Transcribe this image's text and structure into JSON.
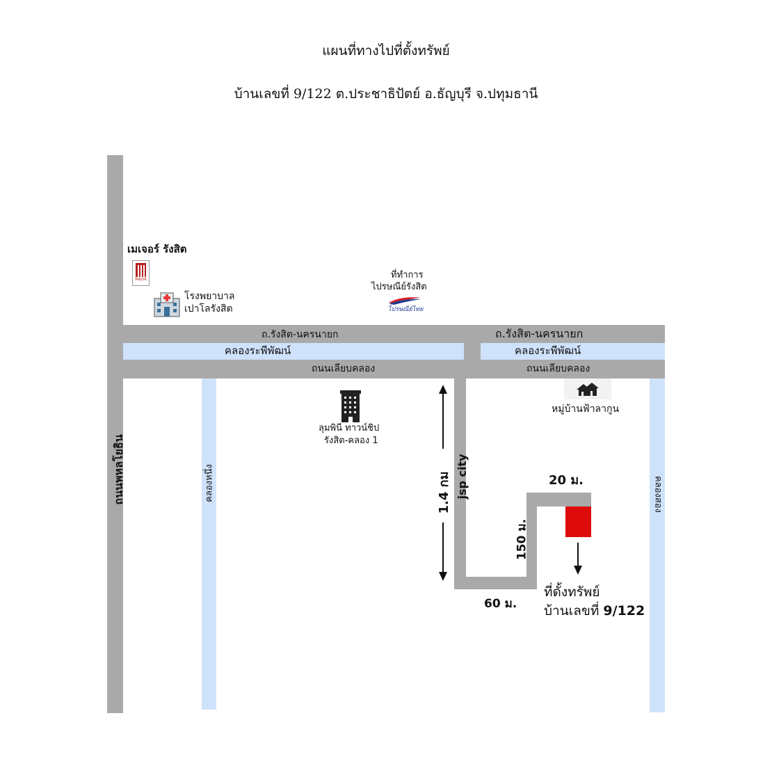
{
  "header": {
    "title": "แผนที่ทางไปที่ตั้งทรัพย์",
    "subtitle": "บ้านเลขที่ 9/122 ต.ประชาธิปัตย์ อ.ธัญบุรี จ.ปทุมธานี"
  },
  "roads": {
    "west_main": "ถนนพหลโยธิน",
    "rangsit_left": "ถ.รังสิต-นครนายก",
    "rangsit_right": "ถ.รังสิต-นครนายก",
    "service_left": "ถนนเลียบคลอง",
    "service_right": "ถนนเลียบคลอง",
    "soi": "jsp city"
  },
  "canals": {
    "rapiphat_left": "คลองระพีพัฒน์",
    "rapiphat_right": "คลองระพีพัฒน์",
    "khlong_1": "คลองหนึ่ง",
    "khlong_2": "คลองสอง"
  },
  "landmarks": {
    "major": "เมเจอร์ รังสิต",
    "major_logo_text": "MAJOR",
    "hospital_line1": "โรงพยาบาล",
    "hospital_line2": "เปาโลรังสิต",
    "post_line1": "ที่ทำการ",
    "post_line2": "ไปรษณีย์รังสิต",
    "post_logo_text": "ไปรษณีย์ไทย",
    "condo_line1": "ลุมพินี ทาวน์ชิป",
    "condo_line2": "รังสิต-คลอง 1",
    "village": "หมู่บ้านฟ้าลากูน"
  },
  "distances": {
    "soi_length": "1.4 กม",
    "d_60": "60 ม.",
    "d_150": "150 ม.",
    "d_20": "20 ม."
  },
  "property": {
    "line1": "ที่ดั้งทรัพย์",
    "line2_prefix": "บ้านเลขที่ ",
    "line2_number": "9/122",
    "marker_color": "#dd0b0b"
  },
  "colors": {
    "road": "#a9a9a9",
    "canal": "#cfe2fb"
  }
}
